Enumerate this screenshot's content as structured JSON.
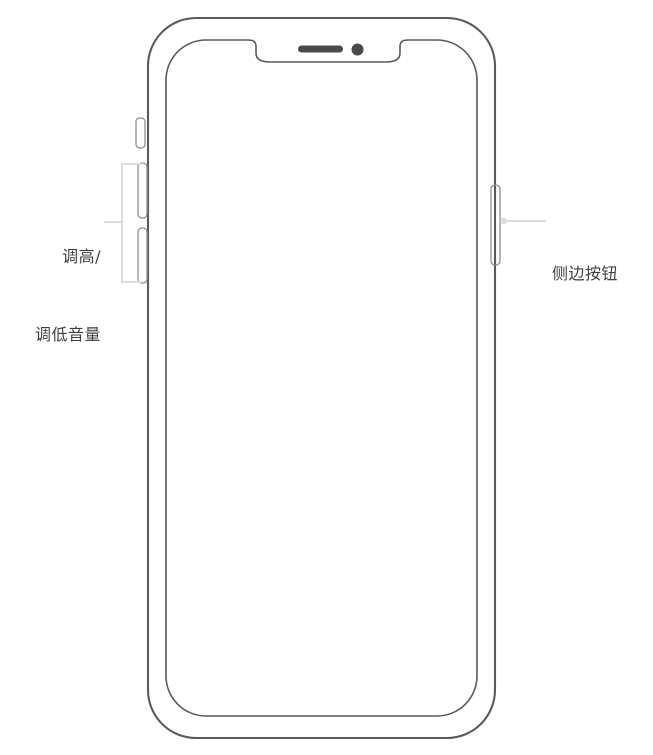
{
  "diagram": {
    "title": "iPhone front view button callout diagram",
    "device": "iPhone with notch display",
    "background_color": "#ffffff",
    "outline_color": "#5a5a5a",
    "detail_fill_color": "#4a4a4a",
    "leader_color": "#d8d8d8",
    "text_color": "#3f3f3f"
  },
  "labels": {
    "volume": {
      "line1": "调高/",
      "line2": "调低音量",
      "full_text": "调高/调低音量",
      "meaning": "Volume Up / Volume Down",
      "side": "left"
    },
    "side_button": {
      "text": "侧边按钮",
      "meaning": "Side Button",
      "side": "right"
    }
  },
  "parts": {
    "ringer_switch": "ring-silent-switch",
    "volume_up_button": "volume-up-button",
    "volume_down_button": "volume-down-button",
    "side_button": "side-button",
    "earpiece_speaker": "earpiece-speaker",
    "front_camera": "front-camera",
    "notch": "display-notch",
    "screen": "display-screen",
    "body": "device-body"
  }
}
